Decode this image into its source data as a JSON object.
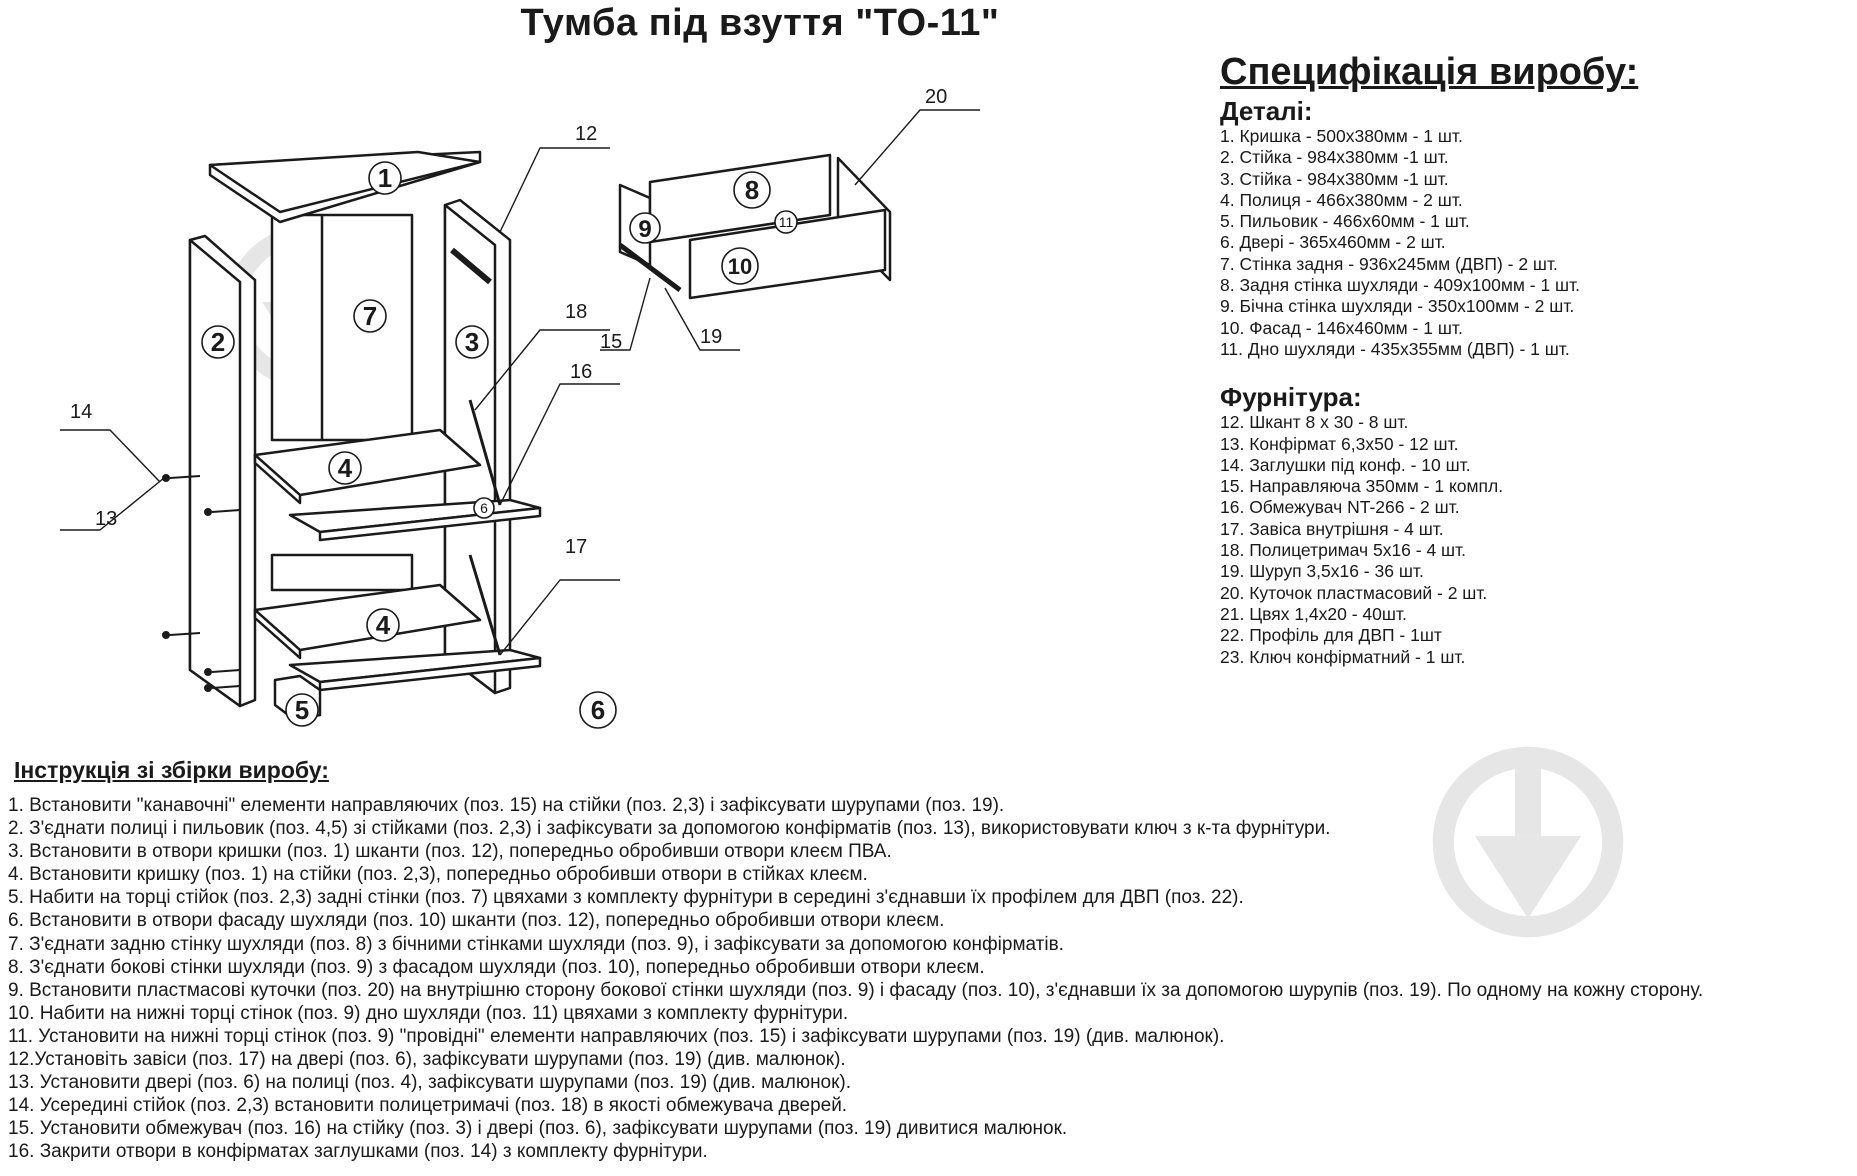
{
  "title": "Тумба під взуття \"ТО-11\"",
  "spec": {
    "heading": "Специфікація виробу:",
    "details_heading": "Деталі:",
    "details": [
      "1. Кришка - 500x380мм - 1 шт.",
      "2. Стійка - 984x380мм -1 шт.",
      "3. Стійка - 984x380мм -1 шт.",
      "4. Полиця - 466x380мм - 2 шт.",
      "5. Пильовик - 466x60мм - 1 шт.",
      "6. Двері - 365x460мм - 2 шт.",
      "7. Стінка задня - 936x245мм (ДВП) - 2 шт.",
      "8. Задня стінка шухляди - 409x100мм - 1 шт.",
      "9. Бічна стінка шухляди - 350x100мм - 2 шт.",
      "10. Фасад - 146x460мм - 1 шт.",
      "11. Дно шухляди - 435x355мм (ДВП) - 1 шт."
    ],
    "fittings_heading": "Фурнітура:",
    "fittings": [
      "12. Шкант 8 х 30 - 8 шт.",
      "13. Конфірмат 6,3x50 - 12 шт.",
      "14. Заглушки під конф. - 10 шт.",
      "15. Направляюча 350мм - 1 компл.",
      "16. Обмежувач NT-266 - 2 шт.",
      "17. Завіса внутрішня - 4 шт.",
      "18. Полицетримач 5x16 - 4 шт.",
      "19. Шуруп 3,5x16 - 36 шт.",
      "20. Куточок пластмасовий - 2 шт.",
      "21. Цвях 1,4x20 - 40шт.",
      "22. Профіль для ДВП - 1шт",
      "23. Ключ конфірматний - 1 шт."
    ]
  },
  "instructions": {
    "heading": "Інструкція зі збірки виробу:",
    "steps": [
      "1. Встановити \"канавочні\" елементи направляючих (поз. 15) на стійки (поз. 2,3) і зафіксувати шурупами (поз. 19).",
      "2. З'єднати полиці і пильовик (поз. 4,5) зі стійками (поз. 2,3) і зафіксувати за допомогою конфірматів (поз. 13), використовувати ключ з к-та фурнітури.",
      "3. Встановити в отвори кришки (поз. 1) шканти (поз. 12), попередньо обробивши отвори клеєм ПВА.",
      "4. Встановити кришку (поз. 1) на стійки (поз. 2,3), попередньо обробивши отвори в стійках клеєм.",
      "5. Набити на торці стійок (поз. 2,3) задні стінки (поз. 7) цвяхами з комплекту фурнітури в середині з'єднавши їх профілем для ДВП (поз. 22).",
      "6. Встановити в отвори фасаду шухляди (поз. 10) шканти (поз. 12), попередньо обробивши отвори клеєм.",
      "7. З'єднати задню стінку шухляди (поз. 8) з бічними стінками шухляди (поз. 9), і зафіксувати за допомогою конфірматів.",
      "8. З'єднати бокові стінки шухляди (поз. 9) з фасадом шухляди (поз. 10), попередньо обробивши отвори клеєм.",
      "9. Встановити пластмасові куточки (поз. 20) на внутрішню сторону бокової стінки шухляди (поз. 9) і фасаду (поз. 10), з'єднавши їх за допомогою шурупів (поз. 19). По одному на кожну сторону.",
      "10. Набити на нижні торці стінок (поз. 9) дно шухляди (поз. 11) цвяхами з комплекту фурнітури.",
      "11. Установити на нижні торці стінок (поз. 9) \"провідні\" елементи направляючих (поз. 15) і зафіксувати шурупами (поз. 19) (див. малюнок).",
      "12.Установіть завіси (поз. 17) на двері (поз. 6), зафіксувати шурупами (поз. 19) (див. малюнок).",
      "13. Установити двері (поз. 6) на полиці (поз. 4), зафіксувати шурупами (поз. 19) (див. малюнок).",
      "14. Усередині стійок (поз. 2,3) встановити полицетримачі (поз. 18) в якості обмежувача дверей.",
      "15. Установити обмежувач (поз. 16) на стійку (поз. 3) і двері (поз. 6), зафіксувати шурупами (поз. 19) дивитися малюнок.",
      "16. Закрити отвори в конфірматах заглушками (поз. 14) з комплекту фурнітури."
    ]
  },
  "drawing": {
    "part_markers": [
      "1",
      "2",
      "3",
      "4",
      "4",
      "5",
      "6",
      "7",
      "8",
      "9",
      "10",
      "11",
      "6"
    ],
    "callouts": [
      "12",
      "13",
      "14",
      "15",
      "16",
      "17",
      "18",
      "19",
      "20"
    ]
  },
  "colors": {
    "ink": "#1a1a1a",
    "panel_fill": "#ffffff",
    "watermark": "#e6e6e6"
  }
}
